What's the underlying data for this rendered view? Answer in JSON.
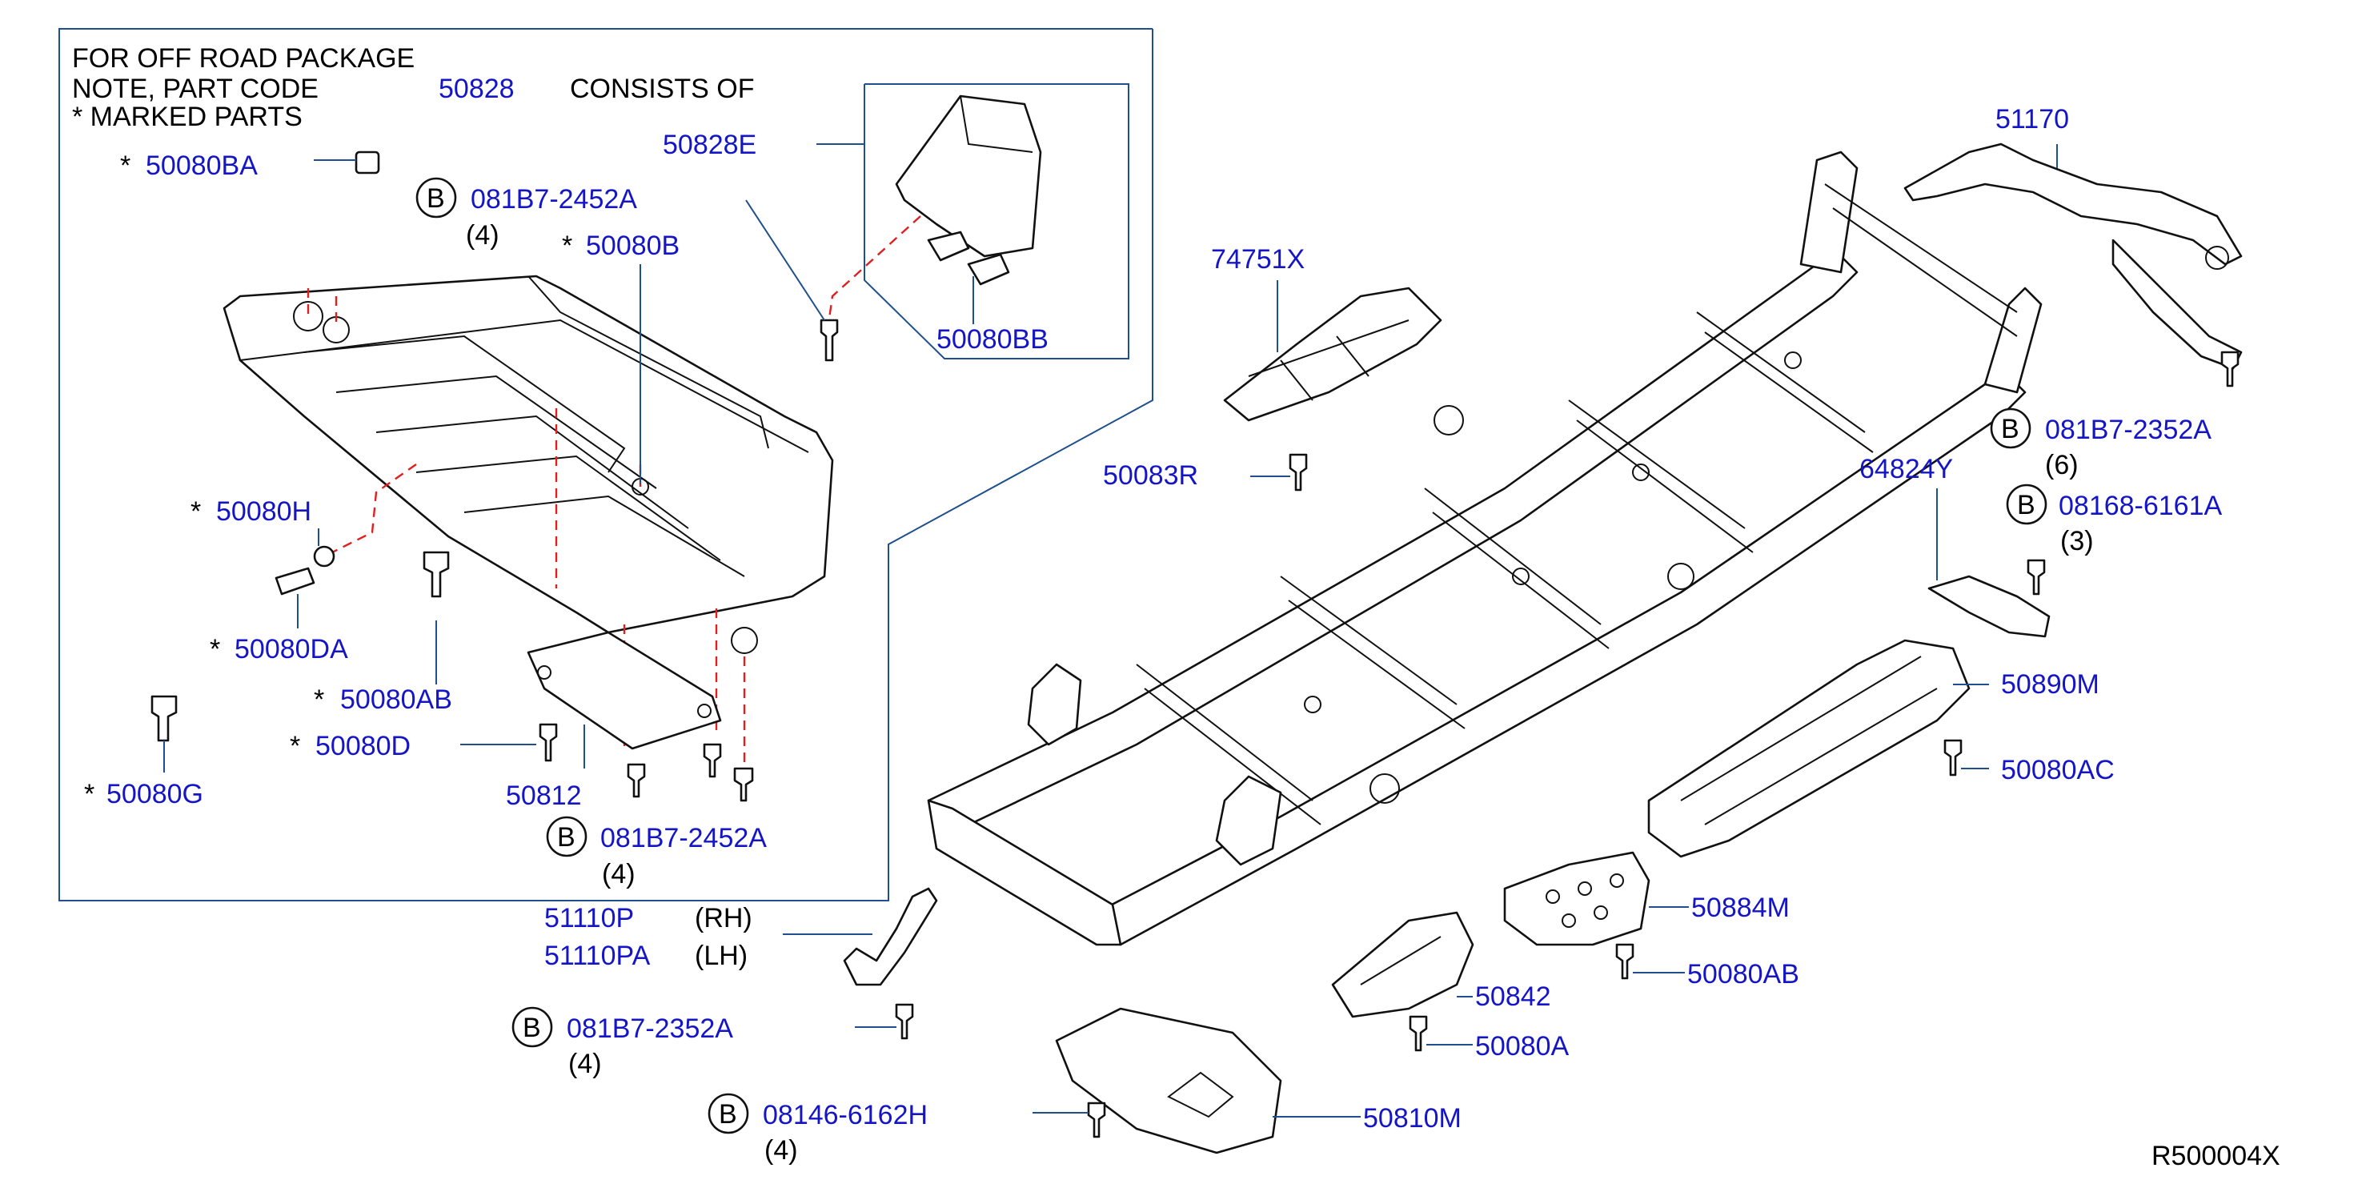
{
  "note": {
    "line1": "FOR  OFF  ROAD  PACKAGE",
    "line2_prefix": "NOTE,  PART  CODE",
    "line2_code": "50828",
    "line2_suffix": "CONSISTS  OF",
    "line3": "*  MARKED  PARTS"
  },
  "star": "*",
  "bolt_mark": "B",
  "parts": {
    "p50080BA": "50080BA",
    "p081B7_2452A_top": "081B7-2452A",
    "qty_top": "(4)",
    "p50080B": "50080B",
    "p50828E": "50828E",
    "p50080BB": "50080BB",
    "p50080H": "50080H",
    "p50080DA": "50080DA",
    "p50080AB_in": "50080AB",
    "p50080D": "50080D",
    "p50080G": "50080G",
    "p50812": "50812",
    "p081B7_2452A_bot": "081B7-2452A",
    "qty_bot": "(4)",
    "p74751X": "74751X",
    "p50083R": "50083R",
    "p51170": "51170",
    "p081B7_2352A_r": "081B7-2352A",
    "qty_r1": "(6)",
    "p64824Y": "64824Y",
    "p08168_6161A": "08168-6161A",
    "qty_r2": "(3)",
    "p50890M": "50890M",
    "p50080AC": "50080AC",
    "p51110P": "51110P",
    "rh": "(RH)",
    "p51110PA": "51110PA",
    "lh": "(LH)",
    "p081B7_2352A_l": "081B7-2352A",
    "qty_l": "(4)",
    "p50884M": "50884M",
    "p50080AB_out": "50080AB",
    "p50842": "50842",
    "p50080A": "50080A",
    "p08146_6162H": "08146-6162H",
    "qty_b": "(4)",
    "p50810M": "50810M"
  },
  "diagram_code": "R500004X"
}
